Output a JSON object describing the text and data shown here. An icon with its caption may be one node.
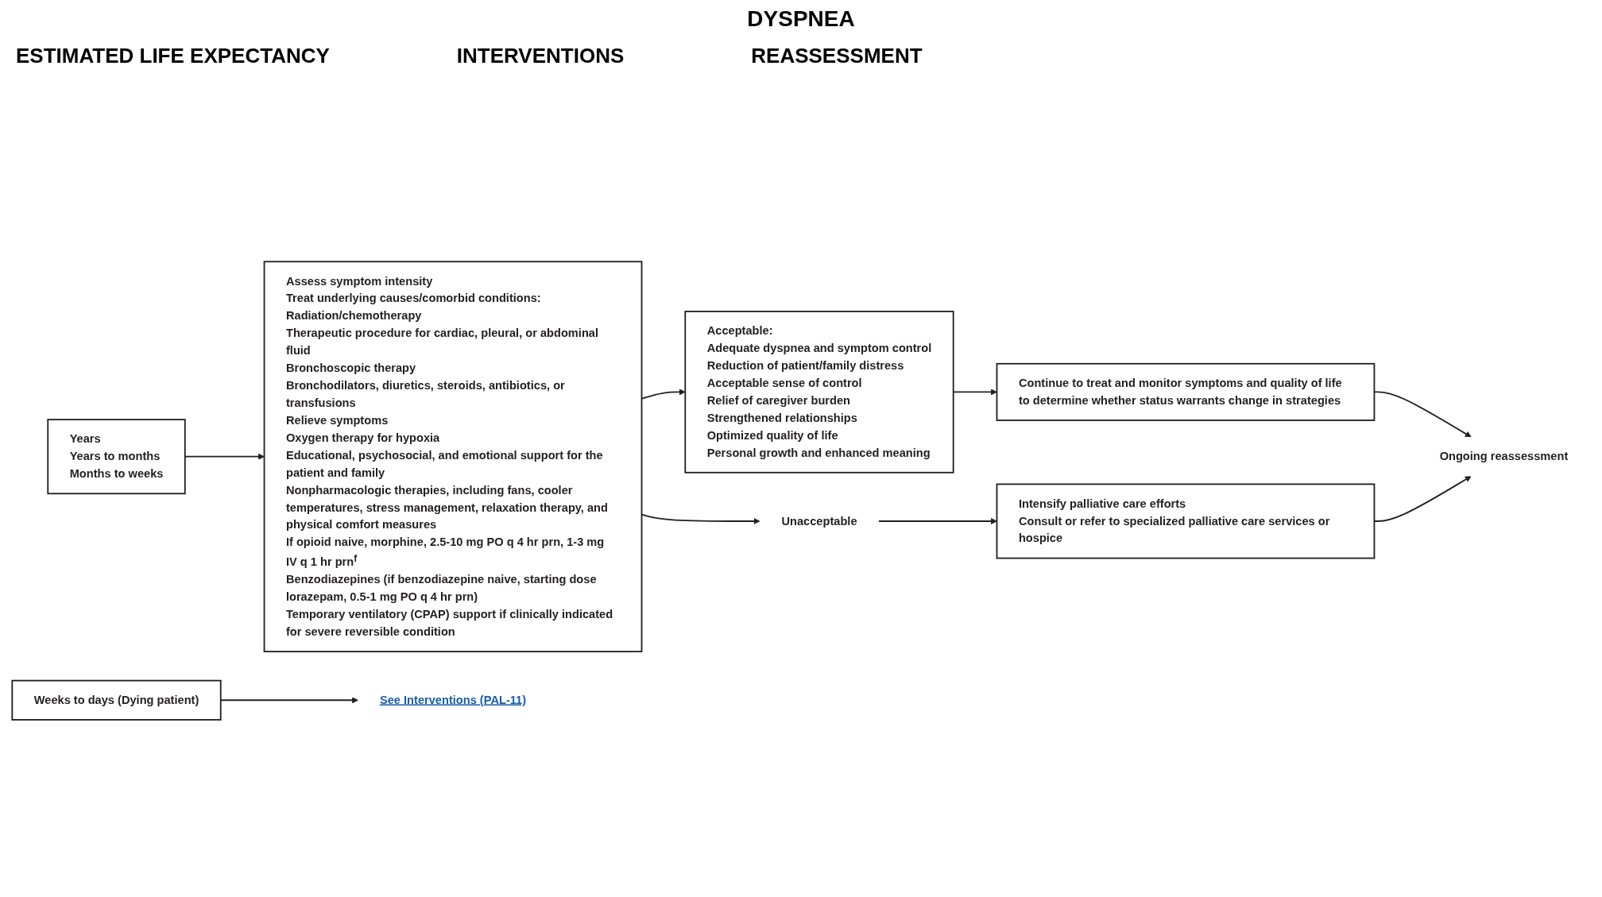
{
  "diagram": {
    "title": "DYSPNEA",
    "nodes": [
      {
        "text": [
          "Years",
          "Years to months",
          "Months to weeks"
        ]
      },
      {
        "text": [
          "Assess symptom intensity",
          "Treat underlying causes/comorbid conditions:",
          "Radiation/chemotherapy",
          "Therapeutic procedure for cardiac, pleural, or abdominal fluid",
          "Bronchoscopic therapy",
          "Bronchodilators, diuretics, steroids, antibiotics, or transfusions",
          "Relieve symptoms",
          "Oxygen therapy for hypoxia",
          "Educational, psychosocial, and emotional support for the patient and family",
          "Nonpharmacologic therapies, including fans, cooler temperatures, stress management, relaxation therapy, and physical comfort measures",
          "If opioid naive, morphine, 2.5-10 mg PO q 4 hr prn, 1-3 mg IV q 1 hr prn$^{f}$",
          "Benzodiazepines (if benzodiazepine naive, starting dose lorazepam, 0.5-1 mg PO q 4 hr prn)",
          "Temporary ventilatory (CPAP) support if clinically indicated for severe reversible condition"
        ]
      },
      {
        "text": [
          "Acceptable:",
          "Adequate dyspnea and symptom control",
          "Reduction of patient/family distress",
          "Acceptable sense of control",
          "Relief of caregiver burden",
          "Strengthened relationships",
          "Optimized quality of life",
          "Personal growth and enhanced meaning"
        ]
      },
      {
        "text": [
          "Unacceptable"
        ]
      },
      {
        "text": [
          "Continue to treat and monitor symptoms and quality of life to determine whether status warrants change in strategies"
        ]
      },
      {
        "text": [
          "Intensify palliative care efforts",
          "Consult or refer to specialized palliative care services or hospice"
        ]
      },
      {
        "text": [
          "Ongoing reassessment"
        ]
      },
      {
        "text": [
          "Weeks to days (Dying patient)"
        ]
      },
      {
        "text": [
          "See Interventions (PAL-11)"
        ]
      }
    ],
    "edges": [
      {
        "from": 0,
        "to": 1,
        "arrow": "to"
      },
      {
        "from": 1,
        "to": 2,
        "arrow": "to"
      },
      {
        "from": 1,
        "to": 3,
        "arrow": "to"
      },
      {
        "from": 2,
        "to": 4,
        "arrow": "to"
      },
      {
        "from": 3,
        "to": 5,
        "arrow": "to"
      },
      {
        "from": 4,
        "to": 6,
        "arrow": "to"
      },
      {
        "from": 5,
        "to": 6,
        "arrow": "to"
      },
      {
        "from": 7,
        "to": 8,
        "arrow": "to"
      }
    ],
    "labels": [
      "ESTIMATED LIFE EXPECTANCY",
      "INTERVENTIONS",
      "REASSESSMENT"
    ]
  }
}
